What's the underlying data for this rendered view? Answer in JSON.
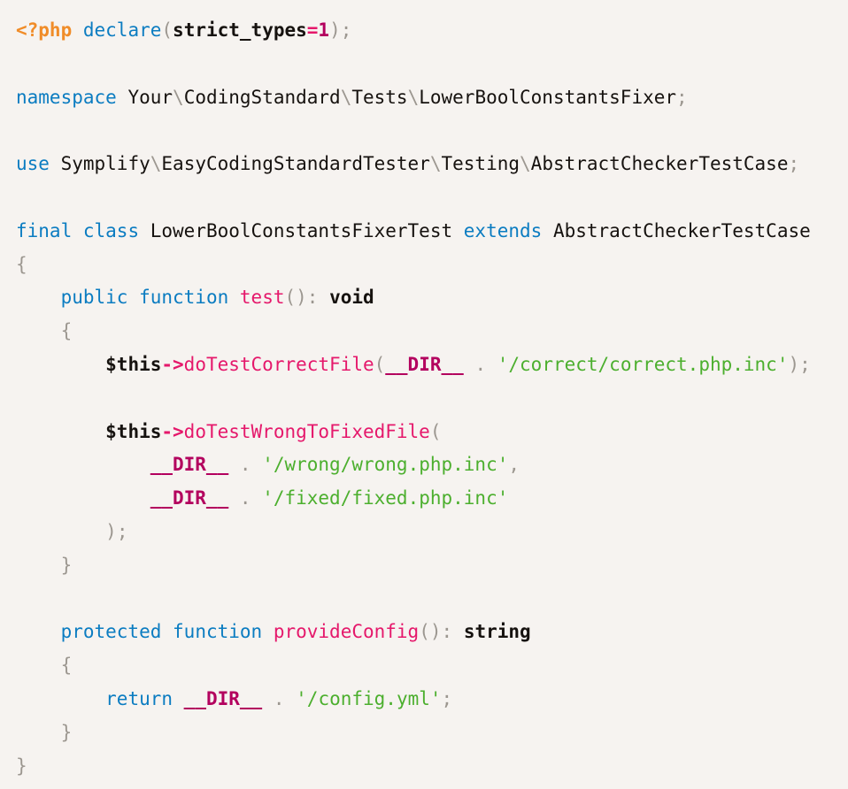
{
  "editor": {
    "language": "php",
    "background_color": "#f6f3f0",
    "theme_colors": {
      "php_tag": "#f08c28",
      "keyword": "#0b7cc1",
      "function": "#e5186b",
      "operator": "#e5186b",
      "magic_constant": "#b3005e",
      "number": "#b3005e",
      "string": "#4caf2e",
      "identifier": "#16120f",
      "punctuation": "#9c9790"
    }
  },
  "code": {
    "full_text": "<?php declare(strict_types=1);\n\nnamespace Your\\CodingStandard\\Tests\\LowerBoolConstantsFixer;\n\nuse Symplify\\EasyCodingStandardTester\\Testing\\AbstractCheckerTestCase;\n\nfinal class LowerBoolConstantsFixerTest extends AbstractCheckerTestCase\n{\n    public function test(): void\n    {\n        $this->doTestCorrectFile(__DIR__ . '/correct/correct.php.inc');\n\n        $this->doTestWrongToFixedFile(\n            __DIR__ . '/wrong/wrong.php.inc',\n            __DIR__ . '/fixed/fixed.php.inc'\n        );\n    }\n\n    protected function provideConfig(): string\n    {\n        return __DIR__ . '/config.yml';\n    }\n}",
    "lines": [
      {
        "n": 1,
        "tokens": [
          {
            "t": "<?php",
            "c": "tag"
          },
          {
            "t": " ",
            "c": "space"
          },
          {
            "t": "declare",
            "c": "kw"
          },
          {
            "t": "(",
            "c": "punc"
          },
          {
            "t": "strict_types",
            "c": "plain"
          },
          {
            "t": "=",
            "c": "op"
          },
          {
            "t": "1",
            "c": "num"
          },
          {
            "t": ")",
            "c": "punc"
          },
          {
            "t": ";",
            "c": "punc"
          }
        ]
      },
      {
        "n": 2,
        "tokens": []
      },
      {
        "n": 3,
        "tokens": [
          {
            "t": "namespace",
            "c": "kw"
          },
          {
            "t": " ",
            "c": "space"
          },
          {
            "t": "Your",
            "c": "name"
          },
          {
            "t": "\\",
            "c": "punc"
          },
          {
            "t": "CodingStandard",
            "c": "name"
          },
          {
            "t": "\\",
            "c": "punc"
          },
          {
            "t": "Tests",
            "c": "name"
          },
          {
            "t": "\\",
            "c": "punc"
          },
          {
            "t": "LowerBoolConstantsFixer",
            "c": "name"
          },
          {
            "t": ";",
            "c": "punc"
          }
        ]
      },
      {
        "n": 4,
        "tokens": []
      },
      {
        "n": 5,
        "tokens": [
          {
            "t": "use",
            "c": "kw"
          },
          {
            "t": " ",
            "c": "space"
          },
          {
            "t": "Symplify",
            "c": "name"
          },
          {
            "t": "\\",
            "c": "punc"
          },
          {
            "t": "EasyCodingStandardTester",
            "c": "name"
          },
          {
            "t": "\\",
            "c": "punc"
          },
          {
            "t": "Testing",
            "c": "name"
          },
          {
            "t": "\\",
            "c": "punc"
          },
          {
            "t": "AbstractCheckerTestCase",
            "c": "name"
          },
          {
            "t": ";",
            "c": "punc"
          }
        ]
      },
      {
        "n": 6,
        "tokens": []
      },
      {
        "n": 7,
        "tokens": [
          {
            "t": "final",
            "c": "kw"
          },
          {
            "t": " ",
            "c": "space"
          },
          {
            "t": "class",
            "c": "kw"
          },
          {
            "t": " ",
            "c": "space"
          },
          {
            "t": "LowerBoolConstantsFixerTest",
            "c": "name"
          },
          {
            "t": " ",
            "c": "space"
          },
          {
            "t": "extends",
            "c": "kw"
          },
          {
            "t": " ",
            "c": "space"
          },
          {
            "t": "AbstractCheckerTestCase",
            "c": "name"
          }
        ]
      },
      {
        "n": 8,
        "tokens": [
          {
            "t": "{",
            "c": "punc"
          }
        ]
      },
      {
        "n": 9,
        "tokens": [
          {
            "t": "    ",
            "c": "space"
          },
          {
            "t": "public",
            "c": "kw"
          },
          {
            "t": " ",
            "c": "space"
          },
          {
            "t": "function",
            "c": "kw"
          },
          {
            "t": " ",
            "c": "space"
          },
          {
            "t": "test",
            "c": "fn"
          },
          {
            "t": "()",
            "c": "punc"
          },
          {
            "t": ":",
            "c": "punc"
          },
          {
            "t": " ",
            "c": "space"
          },
          {
            "t": "void",
            "c": "plain"
          }
        ]
      },
      {
        "n": 10,
        "tokens": [
          {
            "t": "    ",
            "c": "space"
          },
          {
            "t": "{",
            "c": "punc"
          }
        ]
      },
      {
        "n": 11,
        "tokens": [
          {
            "t": "        ",
            "c": "space"
          },
          {
            "t": "$this",
            "c": "plain"
          },
          {
            "t": "->",
            "c": "op"
          },
          {
            "t": "doTestCorrectFile",
            "c": "fn"
          },
          {
            "t": "(",
            "c": "punc"
          },
          {
            "t": "__DIR__",
            "c": "const"
          },
          {
            "t": " ",
            "c": "space"
          },
          {
            "t": ".",
            "c": "punc"
          },
          {
            "t": " ",
            "c": "space"
          },
          {
            "t": "'/correct/correct.php.inc'",
            "c": "str"
          },
          {
            "t": ")",
            "c": "punc"
          },
          {
            "t": ";",
            "c": "punc"
          }
        ]
      },
      {
        "n": 12,
        "tokens": []
      },
      {
        "n": 13,
        "tokens": [
          {
            "t": "        ",
            "c": "space"
          },
          {
            "t": "$this",
            "c": "plain"
          },
          {
            "t": "->",
            "c": "op"
          },
          {
            "t": "doTestWrongToFixedFile",
            "c": "fn"
          },
          {
            "t": "(",
            "c": "punc"
          }
        ]
      },
      {
        "n": 14,
        "tokens": [
          {
            "t": "            ",
            "c": "space"
          },
          {
            "t": "__DIR__",
            "c": "const"
          },
          {
            "t": " ",
            "c": "space"
          },
          {
            "t": ".",
            "c": "punc"
          },
          {
            "t": " ",
            "c": "space"
          },
          {
            "t": "'/wrong/wrong.php.inc'",
            "c": "str"
          },
          {
            "t": ",",
            "c": "punc"
          }
        ]
      },
      {
        "n": 15,
        "tokens": [
          {
            "t": "            ",
            "c": "space"
          },
          {
            "t": "__DIR__",
            "c": "const"
          },
          {
            "t": " ",
            "c": "space"
          },
          {
            "t": ".",
            "c": "punc"
          },
          {
            "t": " ",
            "c": "space"
          },
          {
            "t": "'/fixed/fixed.php.inc'",
            "c": "str"
          }
        ]
      },
      {
        "n": 16,
        "tokens": [
          {
            "t": "        ",
            "c": "space"
          },
          {
            "t": ")",
            "c": "punc"
          },
          {
            "t": ";",
            "c": "punc"
          }
        ]
      },
      {
        "n": 17,
        "tokens": [
          {
            "t": "    ",
            "c": "space"
          },
          {
            "t": "}",
            "c": "punc"
          }
        ]
      },
      {
        "n": 18,
        "tokens": []
      },
      {
        "n": 19,
        "tokens": [
          {
            "t": "    ",
            "c": "space"
          },
          {
            "t": "protected",
            "c": "kw"
          },
          {
            "t": " ",
            "c": "space"
          },
          {
            "t": "function",
            "c": "kw"
          },
          {
            "t": " ",
            "c": "space"
          },
          {
            "t": "provideConfig",
            "c": "fn"
          },
          {
            "t": "()",
            "c": "punc"
          },
          {
            "t": ":",
            "c": "punc"
          },
          {
            "t": " ",
            "c": "space"
          },
          {
            "t": "string",
            "c": "plain"
          }
        ]
      },
      {
        "n": 20,
        "tokens": [
          {
            "t": "    ",
            "c": "space"
          },
          {
            "t": "{",
            "c": "punc"
          }
        ]
      },
      {
        "n": 21,
        "tokens": [
          {
            "t": "        ",
            "c": "space"
          },
          {
            "t": "return",
            "c": "kw"
          },
          {
            "t": " ",
            "c": "space"
          },
          {
            "t": "__DIR__",
            "c": "const"
          },
          {
            "t": " ",
            "c": "space"
          },
          {
            "t": ".",
            "c": "punc"
          },
          {
            "t": " ",
            "c": "space"
          },
          {
            "t": "'/config.yml'",
            "c": "str"
          },
          {
            "t": ";",
            "c": "punc"
          }
        ]
      },
      {
        "n": 22,
        "tokens": [
          {
            "t": "    ",
            "c": "space"
          },
          {
            "t": "}",
            "c": "punc"
          }
        ]
      },
      {
        "n": 23,
        "tokens": [
          {
            "t": "}",
            "c": "punc"
          }
        ]
      }
    ]
  }
}
